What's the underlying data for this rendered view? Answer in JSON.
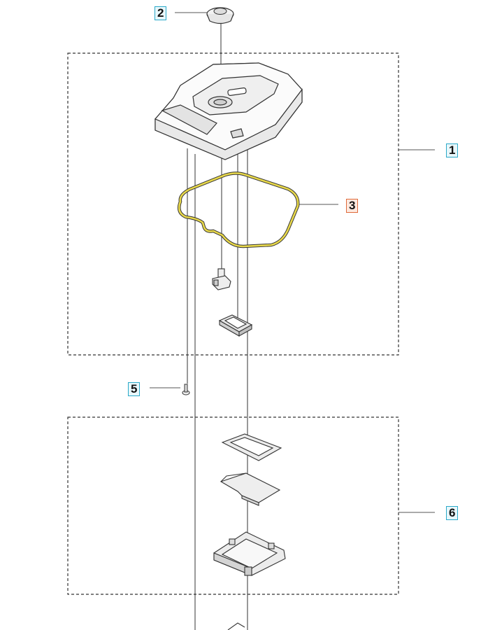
{
  "callouts": [
    {
      "id": "cover",
      "label": "1",
      "highlight": false
    },
    {
      "id": "knob",
      "label": "2",
      "highlight": false
    },
    {
      "id": "gasket",
      "label": "3",
      "highlight": true
    },
    {
      "id": "screw",
      "label": "5",
      "highlight": false
    },
    {
      "id": "display-kit",
      "label": "6",
      "highlight": false
    }
  ],
  "colors": {
    "line": "#333333",
    "gasket": "#e8d84a",
    "callout_border": "#2aa9c9",
    "callout_highlight_border": "#e06a3a"
  }
}
